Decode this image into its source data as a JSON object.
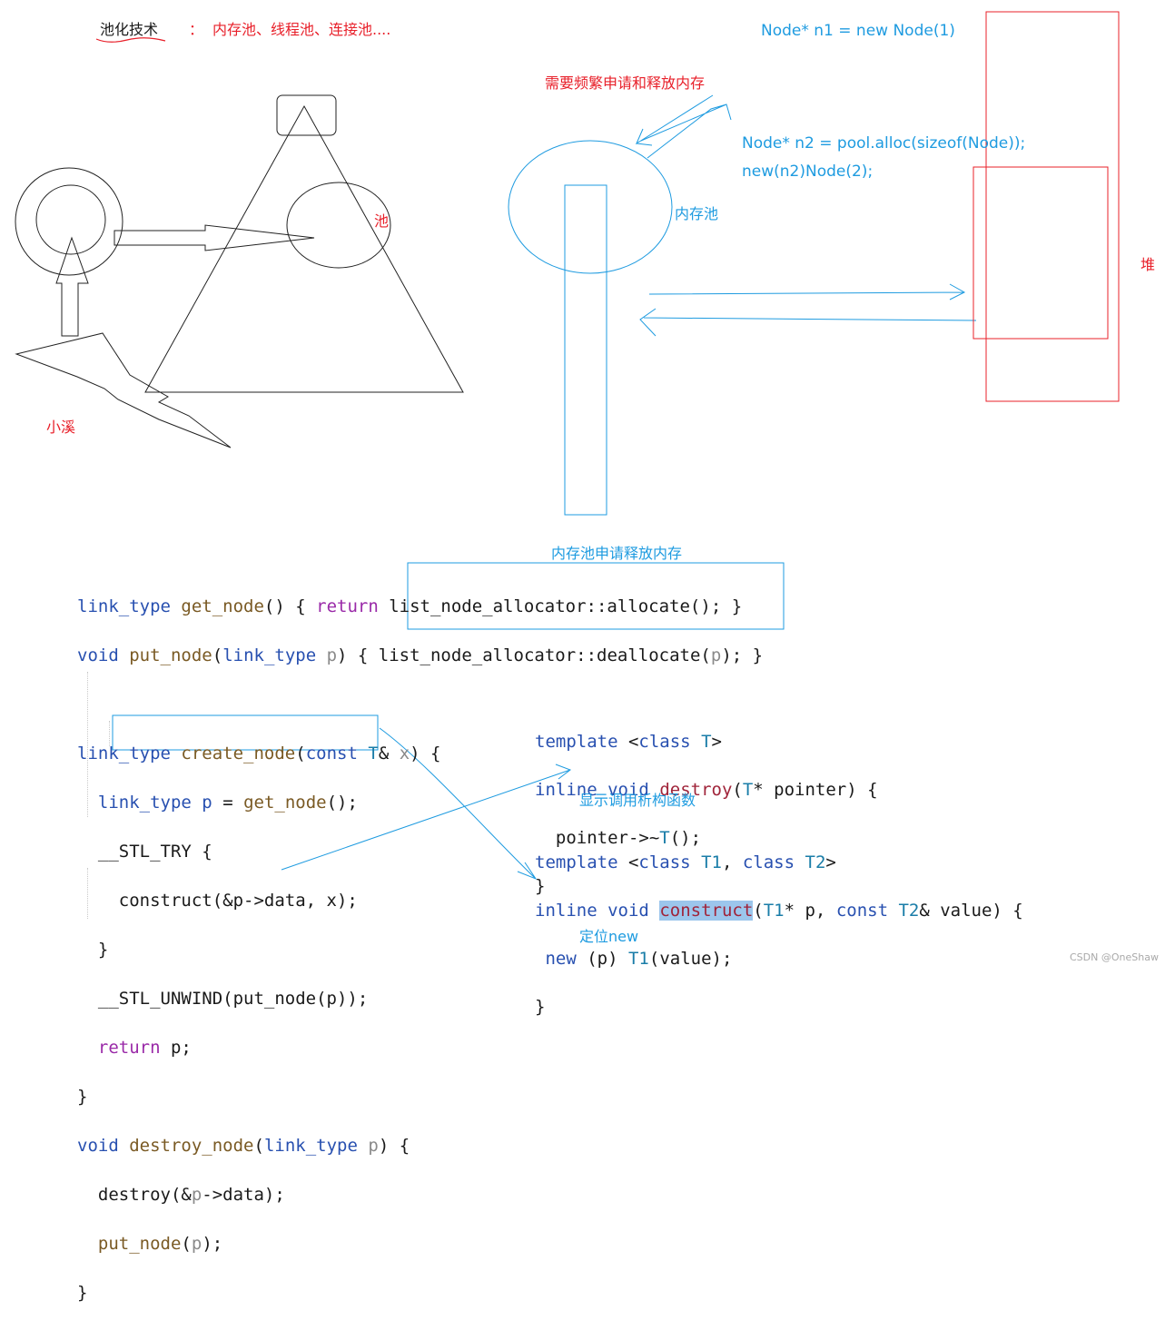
{
  "header": {
    "title": "池化技术",
    "colon": "：",
    "subtitle": "内存池、线程池、连接池...."
  },
  "left_diagram": {
    "pool_label": "池",
    "stream_label": "小溪"
  },
  "middle_diagram": {
    "top_note": "需要频繁申请和释放内存",
    "pool_label": "内存池",
    "bottom_note": "内存池申请释放内存"
  },
  "right_diagram": {
    "code_n1": "Node* n1 = new Node(1)",
    "code_n2_line1": "Node* n2 = pool.alloc(sizeof(Node));",
    "code_n2_line2": "new(n2)Node(2);",
    "heap_label": "堆"
  },
  "code_left": {
    "l1": {
      "t1": "link_type",
      "t2": " ",
      "t3": "get_node",
      "t4": "() { ",
      "t5": "return",
      "t6": " list_node_allocator::allocate(); }"
    },
    "l2": {
      "t1": "void",
      "t2": " ",
      "t3": "put_node",
      "t4": "(",
      "t5": "link_type",
      "t6": " ",
      "t7": "p",
      "t8": ") { list_node_allocator::deallocate(",
      "t9": "p",
      "t10": "); }"
    },
    "l3": {
      "t1": "link_type",
      "t2": " ",
      "t3": "create_node",
      "t4": "(",
      "t5": "const",
      "t6": " ",
      "t7": "T",
      "t8": "& ",
      "t9": "x",
      "t10": ") {"
    },
    "l4": {
      "t1": "  ",
      "t2": "link_type",
      "t3": " ",
      "t4": "p",
      "t5": " = ",
      "t6": "get_node",
      "t7": "();"
    },
    "l5": "  __STL_TRY {",
    "l6": "    construct(&p->data, x);",
    "l7": "  }",
    "l8": "  __STL_UNWIND(put_node(p));",
    "l9": {
      "t1": "  ",
      "t2": "return",
      "t3": " p;"
    },
    "l10": "}",
    "l11": {
      "t1": "void",
      "t2": " ",
      "t3": "destroy_node",
      "t4": "(",
      "t5": "link_type",
      "t6": " ",
      "t7": "p",
      "t8": ") {"
    },
    "l12": {
      "t1": "  destroy(&",
      "t2": "p",
      "t3": "->data);"
    },
    "l13": {
      "t1": "  ",
      "t2": "put_node",
      "t3": "(",
      "t4": "p",
      "t5": ");"
    },
    "l14": "}"
  },
  "code_right": {
    "d1": {
      "t1": "template",
      "t2": " <",
      "t3": "class",
      "t4": " ",
      "t5": "T",
      "t6": ">"
    },
    "d2": {
      "t1": "inline",
      "t2": " ",
      "t3": "void",
      "t4": " ",
      "t5": "destroy",
      "t6": "(",
      "t7": "T",
      "t8": "* pointer) {"
    },
    "d3": {
      "t1": "  pointer->~",
      "t2": "T",
      "t3": "();"
    },
    "d4": "}",
    "d_note": "显示调用析构函数",
    "c1": {
      "t1": "template",
      "t2": " <",
      "t3": "class",
      "t4": " ",
      "t5": "T1",
      "t6": ", ",
      "t7": "class",
      "t8": " ",
      "t9": "T2",
      "t10": ">"
    },
    "c2": {
      "t1": "inline",
      "t2": " ",
      "t3": "void",
      "t4": " ",
      "t5": "construct",
      "t6": "(",
      "t7": "T1",
      "t8": "* p, ",
      "t9": "const",
      "t10": " ",
      "t11": "T2",
      "t12": "& value) {"
    },
    "c3": {
      "t1": " ",
      "t2": "new",
      "t3": " (p) ",
      "t4": "T1",
      "t5": "(value);"
    },
    "c4": "}",
    "c_note": "定位new"
  },
  "watermark": "CSDN @OneShaw",
  "colors": {
    "red": "#e8202a",
    "blue": "#1e9be0",
    "black": "#1a1a1a"
  }
}
